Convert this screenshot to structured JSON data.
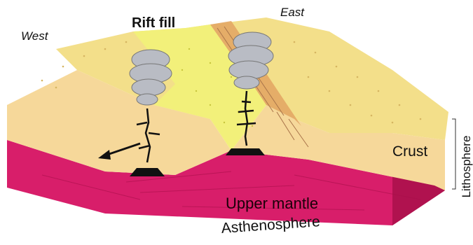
{
  "labels": {
    "west": "West",
    "east": "East",
    "rift_fill": "Rift fill",
    "crust": "Crust",
    "upper_mantle": "Upper mantle",
    "asthenosphere": "Asthenosphere",
    "lithosphere": "Lithosphere"
  },
  "colors": {
    "crust_top": "#f3df8a",
    "crust_side": "#f6d89a",
    "rift_fill": "#f2f07a",
    "mantle": "#d81e6a",
    "mantle_dark": "#b0124f",
    "magma": "#111111",
    "ash_cloud": "#b9bcc4"
  },
  "icons": {
    "left_volcano": "volcano-plume-icon",
    "right_volcano": "volcano-plume-icon",
    "west_arrow": "arrow-left-icon"
  }
}
